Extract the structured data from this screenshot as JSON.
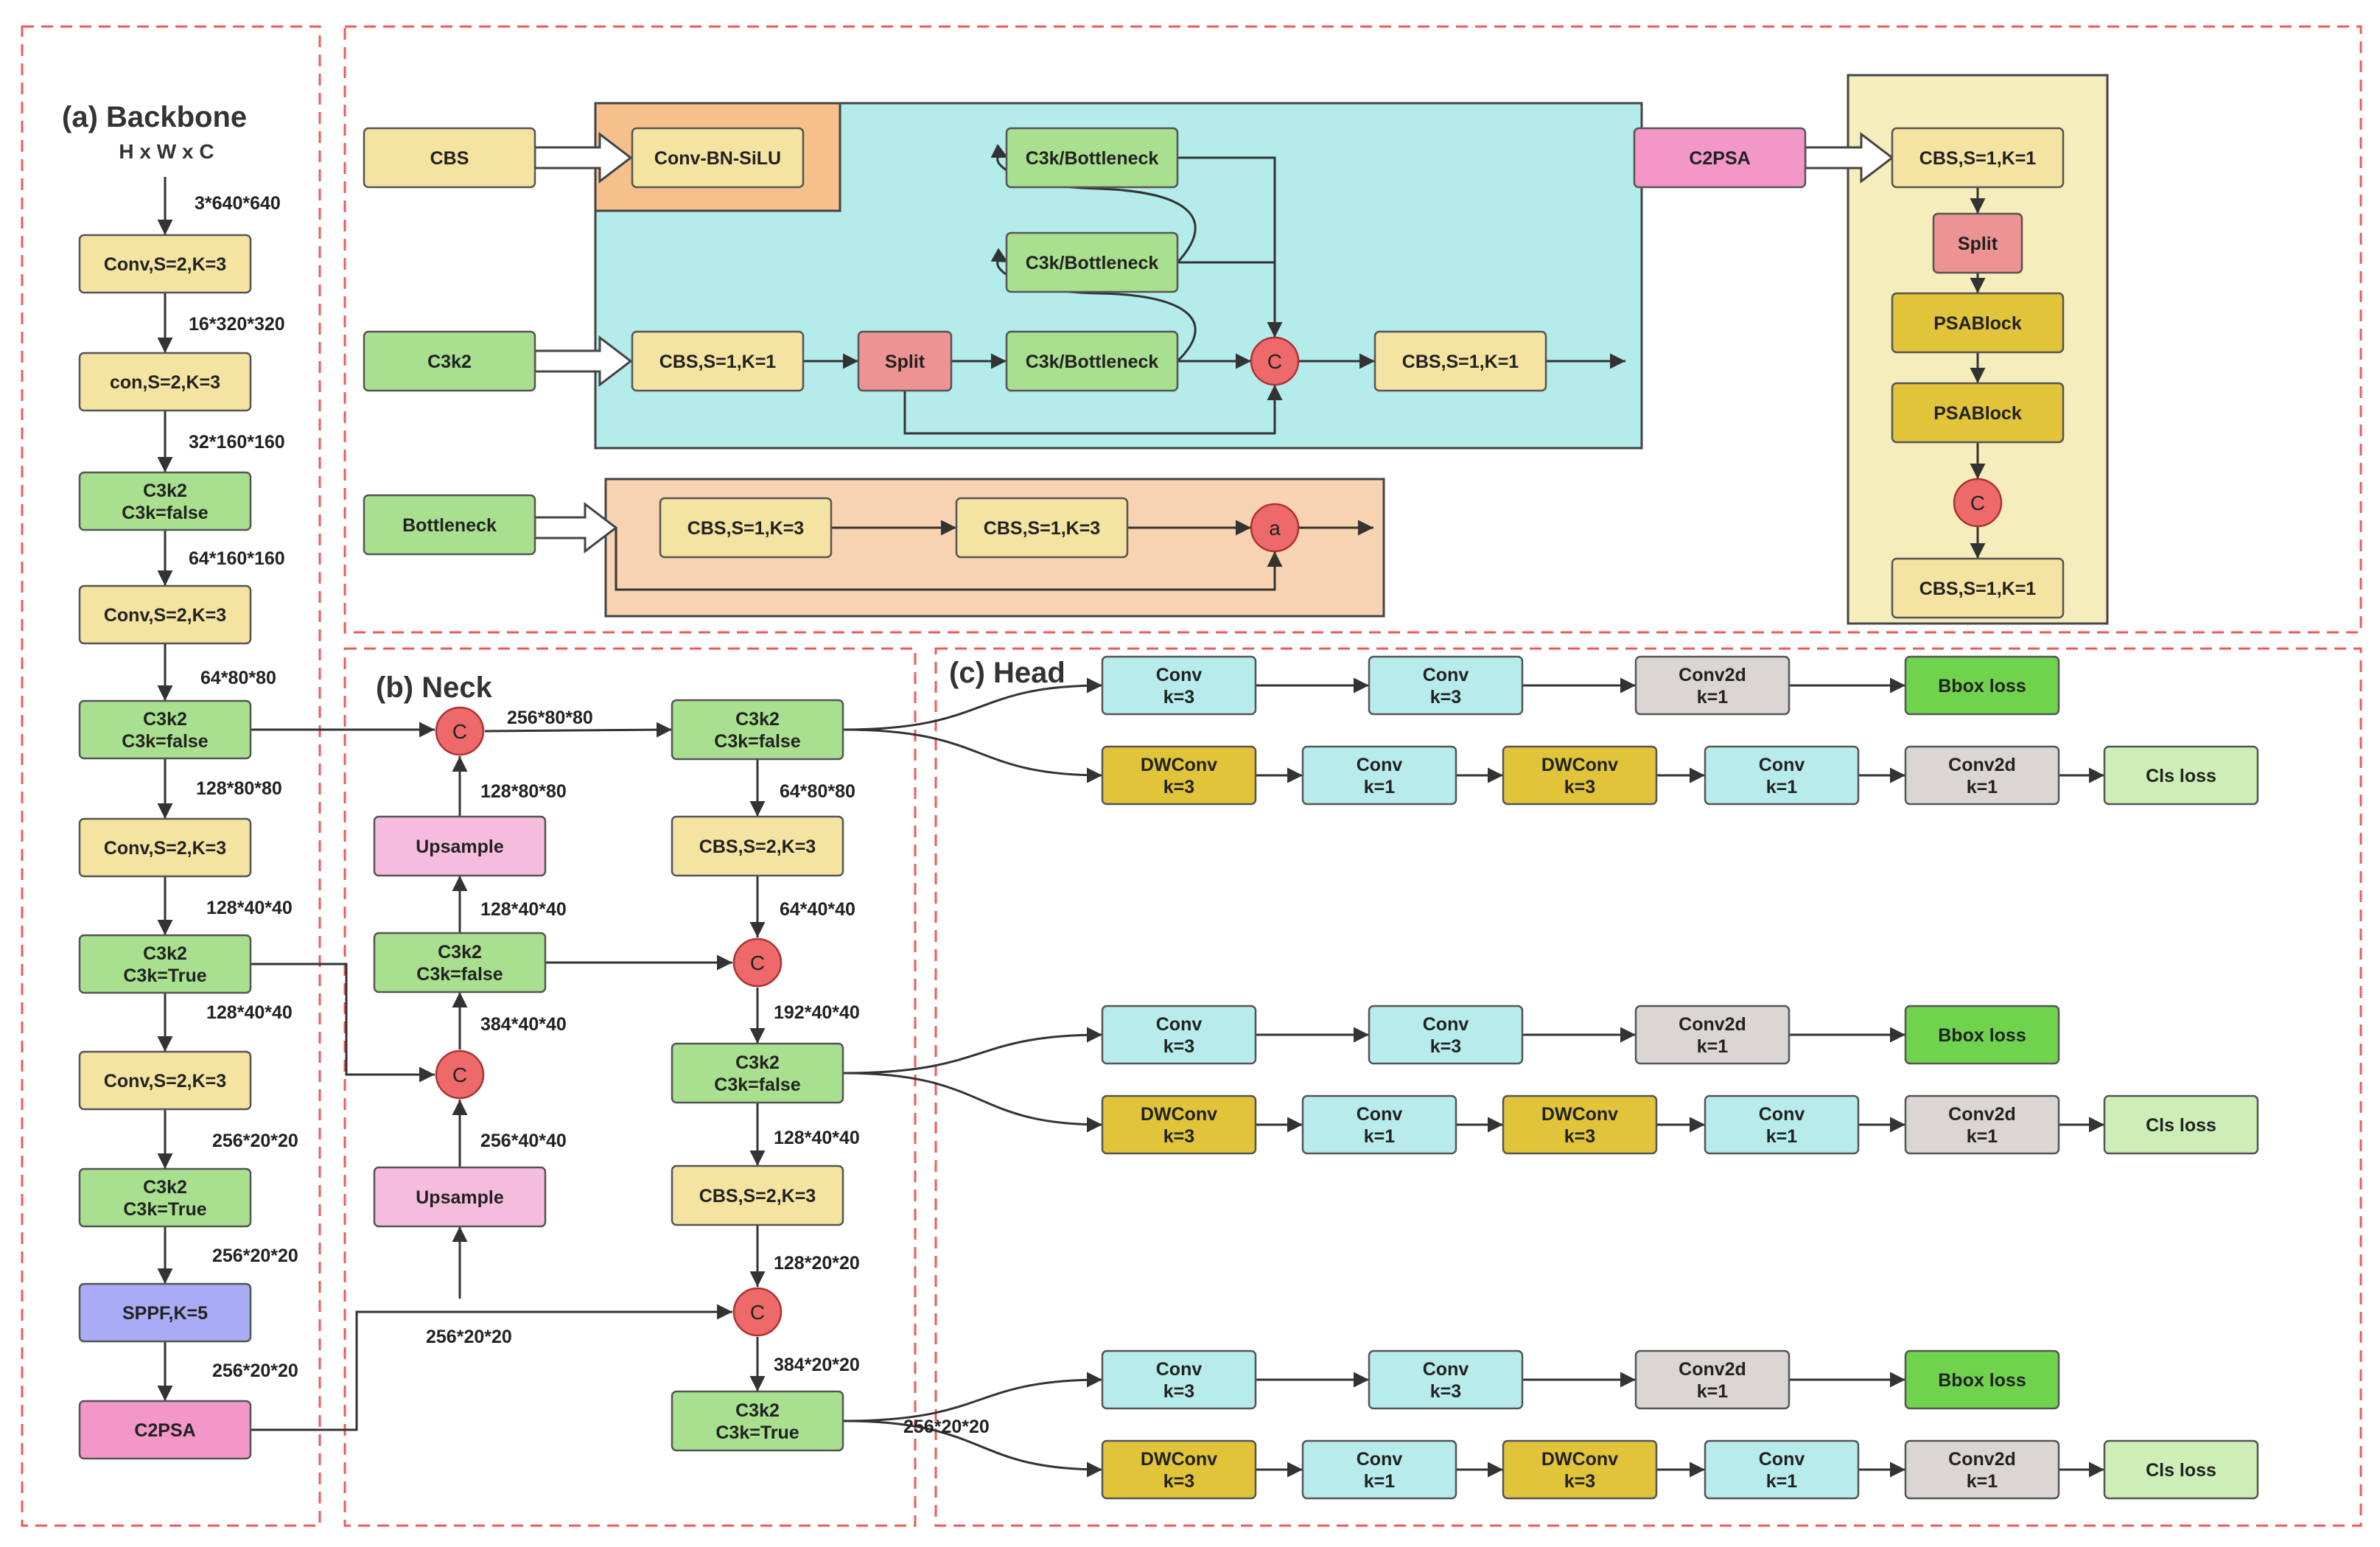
{
  "colors": {
    "yellow": "#f4e3a1",
    "green": "#a9e08f",
    "pink": "#f397c9",
    "lightpink": "#f5bcdd",
    "cyan": "#b8ecec",
    "gold": "#e1c43a",
    "grey": "#dbd6d4",
    "bright_green": "#6fd34d",
    "light_green": "#cdeeb6",
    "red": "#ee6a6a",
    "salmon": "#ee9393",
    "purple": "#a9abf5",
    "orange": "#f5c08c",
    "teal_panel": "#b4ebeb",
    "peach_panel": "#f7d3b2",
    "cream_panel": "#f6edbd",
    "dashed_border": "#ee5a5a"
  },
  "sections": {
    "backbone": "(a) Backbone",
    "backbone_sub": "H x W x C",
    "neck": "(b) Neck",
    "head": "(c) Head"
  },
  "blocks": {
    "bb1": [
      "Conv,S=2,K=3"
    ],
    "bb2": [
      "con,S=2,K=3"
    ],
    "bb3": [
      "C3k2",
      "C3k=false"
    ],
    "bb4": [
      "Conv,S=2,K=3"
    ],
    "bb5": [
      "C3k2",
      "C3k=false"
    ],
    "bb6": [
      "Conv,S=2,K=3"
    ],
    "bb7": [
      "C3k2",
      "C3k=True"
    ],
    "bb8": [
      "Conv,S=2,K=3"
    ],
    "bb9": [
      "C3k2",
      "C3k=True"
    ],
    "bb10": [
      "SPPF,K=5"
    ],
    "bb11": [
      "C2PSA"
    ],
    "ne_up1": [
      "Upsample"
    ],
    "ne_c3k2_a": [
      "C3k2",
      "C3k=false"
    ],
    "ne_up2": [
      "Upsample"
    ],
    "ne_out1": [
      "C3k2",
      "C3k=false"
    ],
    "ne_cbs1": [
      "CBS,S=2,K=3"
    ],
    "ne_out2": [
      "C3k2",
      "C3k=false"
    ],
    "ne_cbs2": [
      "CBS,S=2,K=3"
    ],
    "ne_out3": [
      "C3k2",
      "C3k=True"
    ],
    "d_cbs": [
      "CBS"
    ],
    "d_convbn": [
      "Conv-BN-SiLU"
    ],
    "d_c3k2": [
      "C3k2"
    ],
    "d_cbs_in": [
      "CBS,S=1,K=1"
    ],
    "d_split": [
      "Split"
    ],
    "d_bt1": [
      "C3k/Bottleneck"
    ],
    "d_bt2": [
      "C3k/Bottleneck"
    ],
    "d_bt3": [
      "C3k/Bottleneck"
    ],
    "d_cbs_out": [
      "CBS,S=1,K=1"
    ],
    "d_bneck": [
      "Bottleneck"
    ],
    "d_bn_cbs1": [
      "CBS,S=1,K=3"
    ],
    "d_bn_cbs2": [
      "CBS,S=1,K=3"
    ],
    "d_c2psa": [
      "C2PSA"
    ],
    "d_p_cbs1": [
      "CBS,S=1,K=1"
    ],
    "d_p_split": [
      "Split"
    ],
    "d_p_psa1": [
      "PSABlock"
    ],
    "d_p_psa2": [
      "PSABlock"
    ],
    "d_p_cbs2": [
      "CBS,S=1,K=1"
    ]
  },
  "head_row_top": [
    [
      "Conv",
      "k=3"
    ],
    [
      "Conv",
      "k=3"
    ],
    [
      "Conv2d",
      "k=1"
    ],
    [
      "Bbox loss"
    ]
  ],
  "head_row_bottom": [
    [
      "DWConv",
      "k=3"
    ],
    [
      "Conv",
      "k=1"
    ],
    [
      "DWConv",
      "k=3"
    ],
    [
      "Conv",
      "k=1"
    ],
    [
      "Conv2d",
      "k=1"
    ],
    [
      "Cls loss"
    ]
  ],
  "concat": "C",
  "add": "a",
  "labels": {
    "b0": "3*640*640",
    "b1": "16*320*320",
    "b2": "32*160*160",
    "b3": "64*160*160",
    "b4": "64*80*80",
    "b5": "128*80*80",
    "b6": "128*40*40",
    "b7": "128*40*40",
    "b8": "256*20*20",
    "b9": "256*20*20",
    "b10": "256*20*20",
    "n1": "256*80*80",
    "n2": "128*80*80",
    "n3": "128*40*40",
    "n4": "384*40*40",
    "n5": "256*40*40",
    "n6": "256*20*20",
    "n7": "64*80*80",
    "n8": "64*40*40",
    "n9": "192*40*40",
    "n10": "128*40*40",
    "n11": "128*20*20",
    "n12": "384*20*20",
    "n13": "256*20*20"
  }
}
